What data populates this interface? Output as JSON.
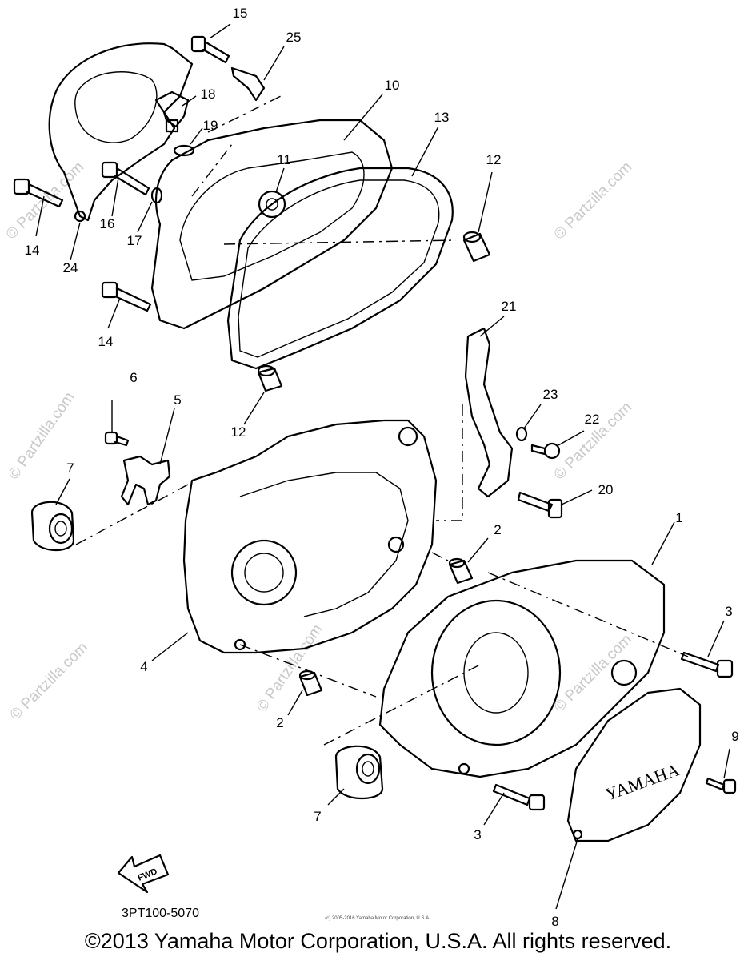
{
  "diagram": {
    "labels": {
      "p1": "1",
      "p2a": "2",
      "p2b": "2",
      "p3a": "3",
      "p3b": "3",
      "p4": "4",
      "p5": "5",
      "p6": "6",
      "p7a": "7",
      "p7b": "7",
      "p8": "8",
      "p9": "9",
      "p10": "10",
      "p11": "11",
      "p12a": "12",
      "p12b": "12",
      "p13": "13",
      "p14a": "14",
      "p14b": "14",
      "p15": "15",
      "p16": "16",
      "p17": "17",
      "p18": "18",
      "p19": "19",
      "p20": "20",
      "p21": "21",
      "p22": "22",
      "p23": "23",
      "p24": "24",
      "p25": "25"
    },
    "cover_brand": "YAMAHA",
    "fwd_arrow_text": "FWD",
    "diagram_code": "3PT100-5070",
    "small_copyright": "(c) 2005-2016 Yamaha Motor Corporation, U.S.A.",
    "watermark": "© Partzilla.com"
  },
  "footer": {
    "copyright": "©2013 Yamaha Motor Corporation, U.S.A. All rights reserved."
  }
}
